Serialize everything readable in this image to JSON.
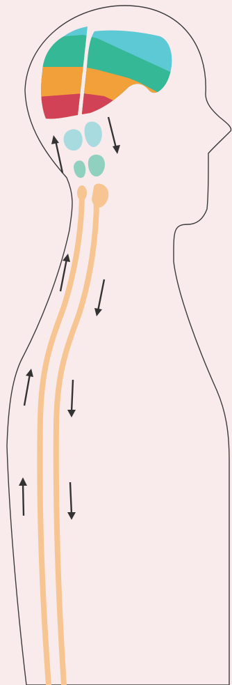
{
  "colors": {
    "background": "#f9eaec",
    "outline": "#3a3a3a",
    "brain_red": "#d24256",
    "brain_orange": "#f2a03a",
    "brain_green": "#35b896",
    "brain_cyan": "#5cc9d4",
    "midbrain": "#a8dbe0",
    "brainstem": "#8fd0bf",
    "spinal_cord": "#f7c591",
    "arrow": "#333333"
  },
  "diagram": {
    "figure": "side-profile-human-silhouette",
    "ascending_arrow_count": 4,
    "descending_arrow_count": 4,
    "icons": {
      "up": "arrow-up-icon",
      "down": "arrow-down-icon"
    }
  }
}
